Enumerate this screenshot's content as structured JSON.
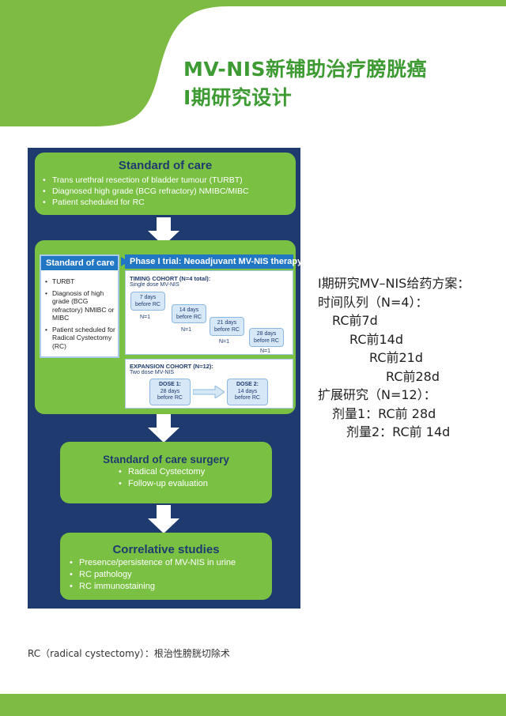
{
  "title": {
    "line1": "MV-NIS新辅助治疗膀胱癌",
    "line2": "I期研究设计"
  },
  "flowchart": {
    "soc": {
      "title": "Standard of care",
      "items": [
        "Trans urethral resection of bladder tumour (TURBT)",
        "Diagnosed high grade (BCG refractory) NMIBC/MIBC",
        "Patient scheduled for RC"
      ]
    },
    "soc_inner": {
      "title": "Standard of care",
      "items": [
        "TURBT",
        "Diagnosis of high grade (BCG refractory) NMIBC or MIBC",
        "Patient scheduled for Radical Cystectomy (RC)"
      ]
    },
    "phase1": {
      "title": "Phase I trial: Neoadjuvant MV-NIS therapy",
      "timing": {
        "title": "TIMING COHORT (N=4 total):",
        "subtitle": "Single dose MV-NIS",
        "steps": [
          {
            "label1": "7 days",
            "label2": "before RC",
            "n": "N=1"
          },
          {
            "label1": "14 days",
            "label2": "before RC",
            "n": "N=1"
          },
          {
            "label1": "21 days",
            "label2": "before RC",
            "n": "N=1"
          },
          {
            "label1": "28 days",
            "label2": "before RC",
            "n": "N=1"
          }
        ]
      },
      "expansion": {
        "title": "EXPANSION COHORT (N=12):",
        "subtitle": "Two dose MV-NIS",
        "dose1": {
          "l1": "DOSE 1:",
          "l2": "28 days",
          "l3": "before RC"
        },
        "dose2": {
          "l1": "DOSE 2:",
          "l2": "14 days",
          "l3": "before RC"
        }
      }
    },
    "surgery": {
      "title": "Standard of care surgery",
      "items": [
        "Radical Cystectomy",
        "Follow-up evaluation"
      ]
    },
    "correlative": {
      "title": "Correlative studies",
      "items": [
        "Presence/persistence of MV-NIS in urine",
        "RC pathology",
        "RC immunostaining"
      ]
    }
  },
  "scheme": {
    "heading": "I期研究MV–NIS给药方案：",
    "timing_label": "时间队列（N=4）：",
    "timing_items": [
      "RC前7d",
      "RC前14d",
      "RC前21d",
      "RC前28d"
    ],
    "expansion_label": "扩展研究（N=12）：",
    "expansion_items": [
      "剂量1：RC前 28d",
      "剂量2：RC前 14d"
    ]
  },
  "footnote": "RC（radical cystectomy）：根治性膀胱切除术",
  "colors": {
    "brand_green": "#7dbb42",
    "title_green": "#3e9b33",
    "panel_navy": "#1f3a6e",
    "header_blue": "#2277c4"
  }
}
